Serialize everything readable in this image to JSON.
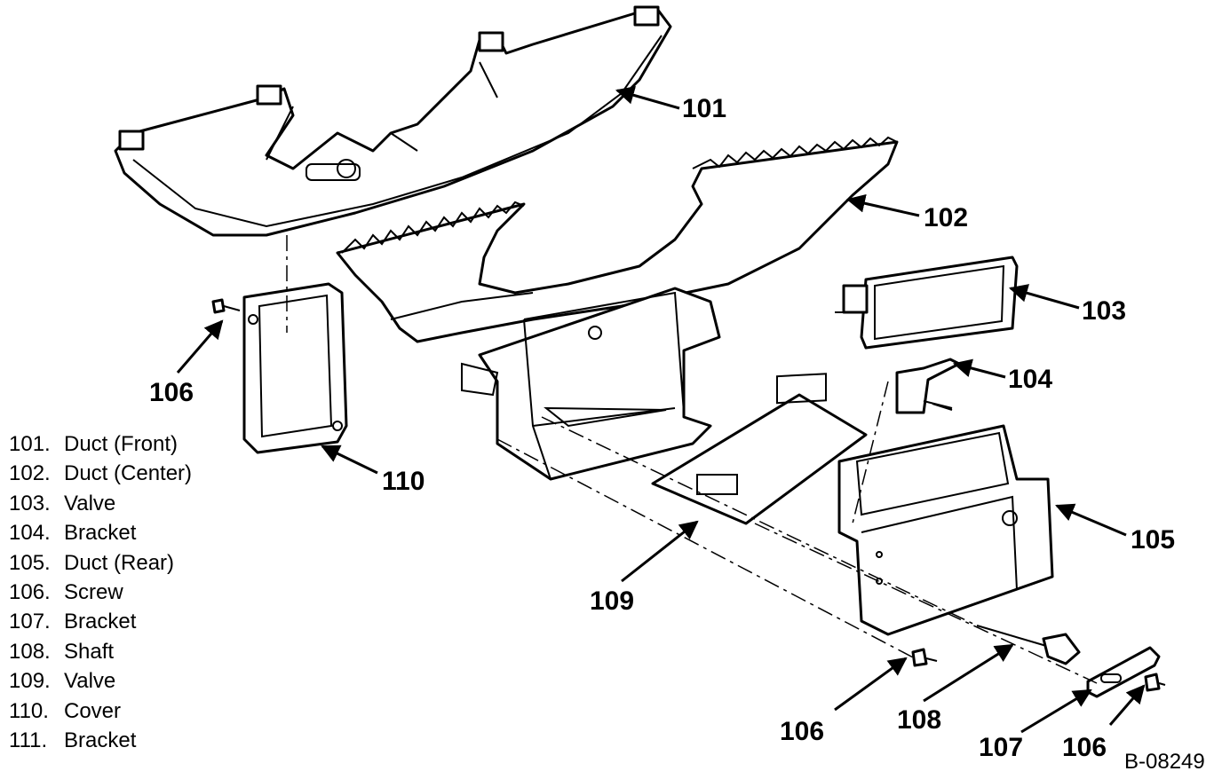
{
  "callouts": {
    "c101": "101",
    "c102": "102",
    "c103": "103",
    "c104": "104",
    "c105": "105",
    "c106a": "106",
    "c106b": "106",
    "c106c": "106",
    "c107": "107",
    "c108": "108",
    "c109": "109",
    "c110": "110"
  },
  "legend": [
    {
      "num": "101.",
      "text": "Duct (Front)"
    },
    {
      "num": "102.",
      "text": "Duct (Center)"
    },
    {
      "num": "103.",
      "text": "Valve"
    },
    {
      "num": "104.",
      "text": "Bracket"
    },
    {
      "num": "105.",
      "text": "Duct (Rear)"
    },
    {
      "num": "106.",
      "text": "Screw"
    },
    {
      "num": "107.",
      "text": "Bracket"
    },
    {
      "num": "108.",
      "text": "Shaft"
    },
    {
      "num": "109.",
      "text": "Valve"
    },
    {
      "num": "110.",
      "text": "Cover"
    },
    {
      "num": "111.",
      "text": "Bracket"
    }
  ],
  "figure_code": "B-08249"
}
